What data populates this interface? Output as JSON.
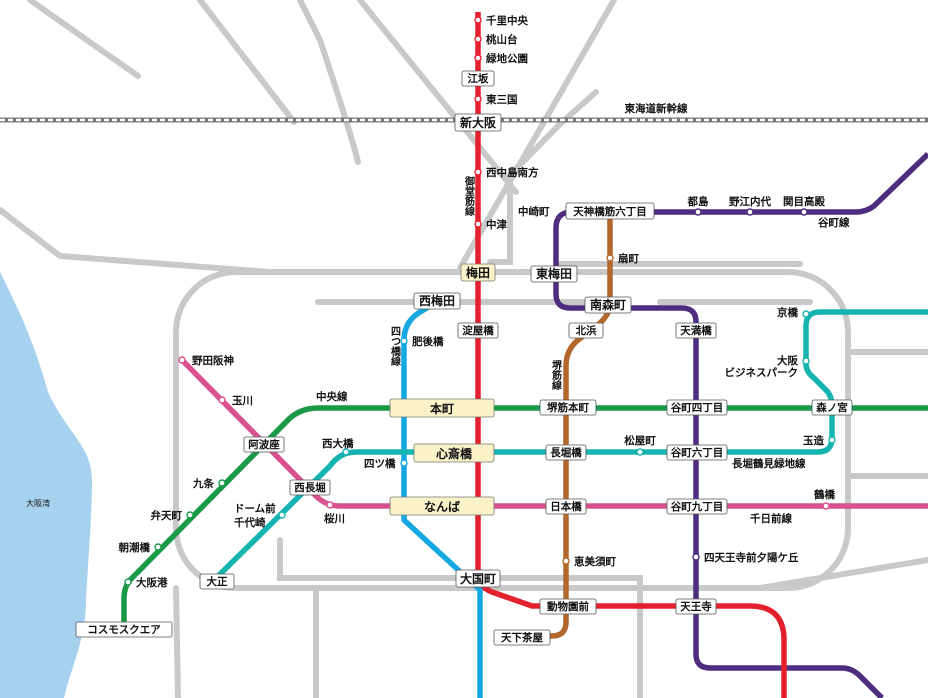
{
  "colors": {
    "midosuji": "#e5202e",
    "yotsubashi": "#15a8e0",
    "chuo": "#1a9a48",
    "sennichimae": "#d9518e",
    "nagahori": "#15b4b0",
    "sakaisuji": "#b2672b",
    "tanimachi": "#4e2d7e",
    "jr": "#c9c9c9",
    "sea": "#a6d2ef"
  },
  "sea_label": "大阪湾",
  "lines": {
    "midosuji": "御堂筋線",
    "yotsubashi": "四つ橋線",
    "chuo": "中央線",
    "sennichimae": "千日前線",
    "nagahori": "長堀鶴見緑地線",
    "sakaisuji": "堺筋線",
    "tanimachi": "谷町線",
    "shinkansen": "東海道新幹線"
  },
  "stations": {
    "senrichuo": "千里中央",
    "momoyamadai": "桃山台",
    "ryokuchikoen": "緑地公園",
    "esaka": "江坂",
    "higashimikuni": "東三国",
    "shinosaka": "新大阪",
    "nishinakajimaminamikata": "西中島南方",
    "nakatsu": "中津",
    "umeda": "梅田",
    "yodoyabashi": "淀屋橋",
    "honmachi": "本町",
    "shinsaibashi": "心斎橋",
    "namba": "なんば",
    "daikokucho": "大国町",
    "dobutsuenmae": "動物園前",
    "tennoji": "天王寺",
    "tengachaya": "天下茶屋",
    "nishiumeda": "西梅田",
    "higobashi": "肥後橋",
    "yotsubashi": "四ツ橋",
    "higashiumeda": "東梅田",
    "nakazakicho": "中崎町",
    "tenjinbashisuji": "天神橋筋六丁目",
    "ogimachi": "扇町",
    "minamimorimachi": "南森町",
    "kitahama": "北浜",
    "sakaisujihonmachi": "堺筋本町",
    "nagahoribashi": "長堀橋",
    "nipponbashi": "日本橋",
    "ebisucho": "恵美須町",
    "tenmabashi": "天満橋",
    "tanimachi4": "谷町四丁目",
    "tanimachi6": "谷町六丁目",
    "tanimachi9": "谷町九丁目",
    "shitennoji": "四天王寺前夕陽ケ丘",
    "miyakojima": "都島",
    "noeuchindai": "野江内代",
    "sekimetakadono": "関目高殿",
    "morinomiya": "森ノ宮",
    "tamatsukuri": "玉造",
    "kyobashi": "京橋",
    "obp1": "大阪",
    "obp2": "ビジネスパーク",
    "matsuyamachi": "松屋町",
    "tsuruhashi": "鶴橋",
    "nishiohashi": "西大橋",
    "nishinagahori": "西長堀",
    "domemae1": "ドーム前",
    "domemae2": "千代崎",
    "taisho": "大正",
    "sakuragawa": "桜川",
    "nodahanshin": "野田阪神",
    "tamagawa": "玉川",
    "awaza": "阿波座",
    "kujo": "九条",
    "bentencho": "弁天町",
    "asashiobashi": "朝潮橋",
    "osakako": "大阪港",
    "cosmosquare": "コスモスクエア"
  }
}
